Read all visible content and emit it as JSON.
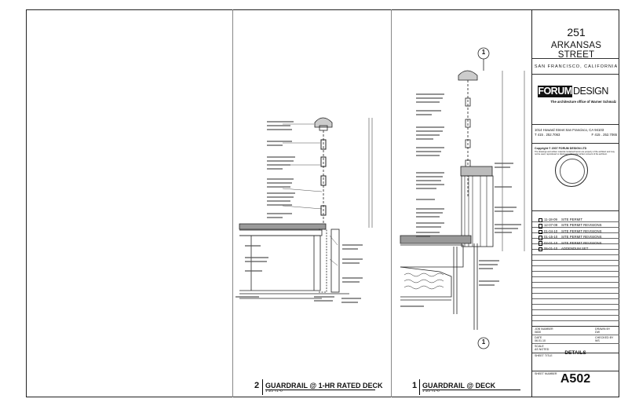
{
  "title_block": {
    "address_number": "251",
    "address_street": "ARKANSAS STREET",
    "city": "SAN FRANCISCO, CALIFORNIA",
    "firm_logo_a": "FORUM",
    "firm_logo_b": "DESIGN",
    "firm_tagline": "The architecture office of Warner Schmalz",
    "firm_address": "1014 Howard Street San Francisco, CA 94103",
    "firm_phone": "T 415 . 252.7063",
    "firm_fax": "F 415 . 252.7065",
    "copyright": "Copyright © 2007 FORUM DESIGN LTD",
    "copyright_note": "The drawings and written material contained herein are property of the architect and may not be used, reproduced or disclosed without the written consent of the architect.",
    "revisions": [
      {
        "num": "1",
        "date": "11-18-09",
        "text": "SITE PERMIT"
      },
      {
        "num": "2",
        "date": "12-07-09",
        "text": "SITE PERMIT REVISIONS"
      },
      {
        "num": "3",
        "date": "01-04-10",
        "text": "SITE PERMIT REVISIONS"
      },
      {
        "num": "4",
        "date": "01-15-10",
        "text": "SITE PERMIT REVISIONS"
      },
      {
        "num": "5",
        "date": "02-01-10",
        "text": "SITE PERMIT REVISIONS"
      },
      {
        "num": "6",
        "date": "06-01-10",
        "text": "ADDENDUM SET"
      }
    ],
    "job_number_label": "JOB NUMBER",
    "job_number": "0830",
    "drawn_by_label": "DRAWN BY",
    "drawn_by": "DW",
    "date_label": "DATE",
    "date": "06.01.10",
    "checked_by_label": "CHECKED BY",
    "checked_by": "WS",
    "scale_label": "SCALE",
    "scale": "AS NOTED",
    "sheet_title_label": "SHEET TITLE",
    "sheet_title": "DETAILS",
    "sheet_number_label": "SHEET NUMBER",
    "sheet_number": "A502"
  },
  "details": [
    {
      "num": "2",
      "title": "GUARDRAIL @ 1-HR RATED DECK",
      "scale": "1 1/2\"=1'-0\""
    },
    {
      "num": "1",
      "title": "GUARDRAIL @ DECK",
      "scale": "1 1/2\"=1'-0\""
    }
  ],
  "callouts": {
    "section_marker": "1",
    "section_marker_bottom": "1"
  }
}
